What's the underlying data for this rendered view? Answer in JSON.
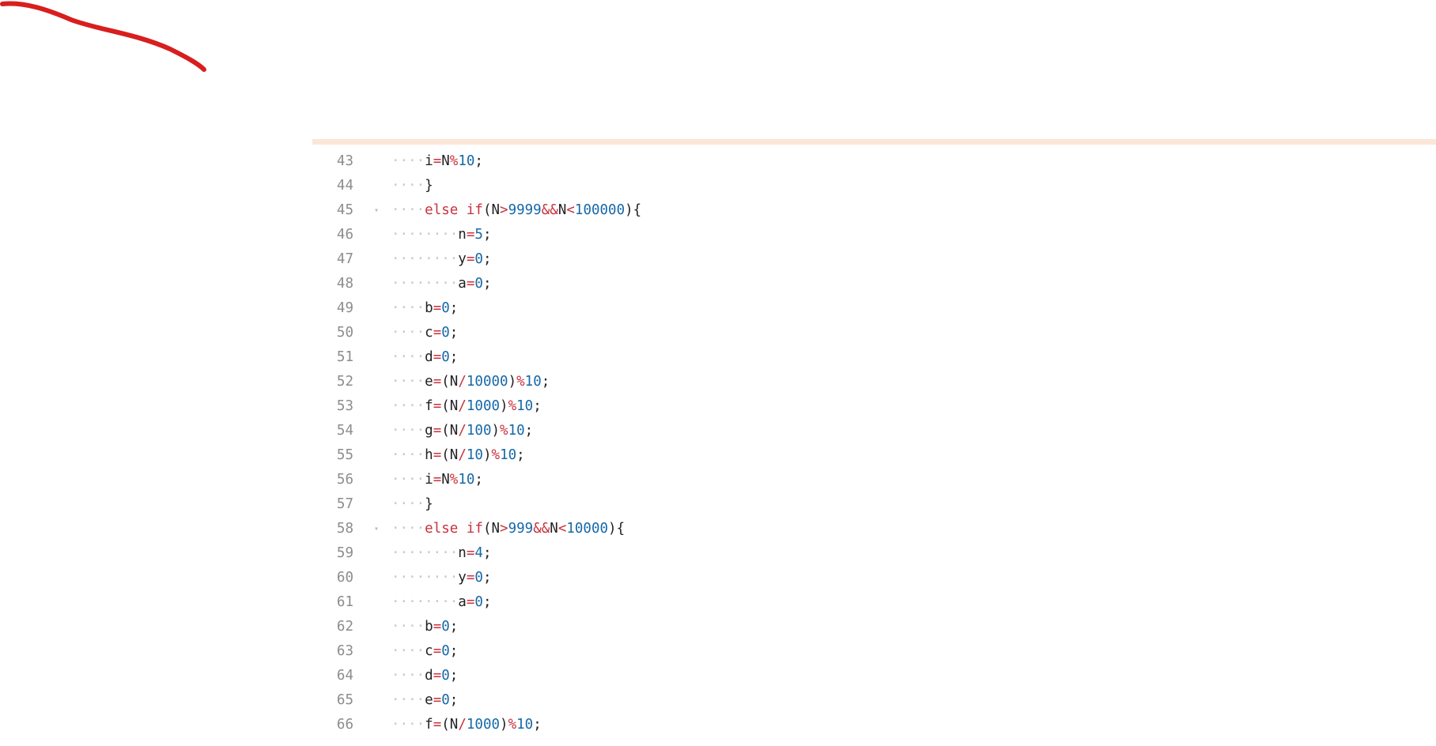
{
  "annotation": {
    "stroke_color": "#d81e1e"
  },
  "editor": {
    "fold_glyph": "▾",
    "lines": [
      {
        "n": "43",
        "i": 4,
        "t": "i=N%10;"
      },
      {
        "n": "44",
        "i": 4,
        "t": "}"
      },
      {
        "n": "45",
        "i": 4,
        "t": "else if(N>9999&&N<100000){",
        "fold": true
      },
      {
        "n": "46",
        "i": 8,
        "t": "n=5;"
      },
      {
        "n": "47",
        "i": 8,
        "t": "y=0;"
      },
      {
        "n": "48",
        "i": 8,
        "t": "a=0;"
      },
      {
        "n": "49",
        "i": 4,
        "t": "b=0;"
      },
      {
        "n": "50",
        "i": 4,
        "t": "c=0;"
      },
      {
        "n": "51",
        "i": 4,
        "t": "d=0;"
      },
      {
        "n": "52",
        "i": 4,
        "t": "e=(N/10000)%10;"
      },
      {
        "n": "53",
        "i": 4,
        "t": "f=(N/1000)%10;"
      },
      {
        "n": "54",
        "i": 4,
        "t": "g=(N/100)%10;"
      },
      {
        "n": "55",
        "i": 4,
        "t": "h=(N/10)%10;"
      },
      {
        "n": "56",
        "i": 4,
        "t": "i=N%10;"
      },
      {
        "n": "57",
        "i": 4,
        "t": "}"
      },
      {
        "n": "58",
        "i": 4,
        "t": "else if(N>999&&N<10000){",
        "fold": true
      },
      {
        "n": "59",
        "i": 8,
        "t": "n=4;"
      },
      {
        "n": "60",
        "i": 8,
        "t": "y=0;"
      },
      {
        "n": "61",
        "i": 8,
        "t": "a=0;"
      },
      {
        "n": "62",
        "i": 4,
        "t": "b=0;"
      },
      {
        "n": "63",
        "i": 4,
        "t": "c=0;"
      },
      {
        "n": "64",
        "i": 4,
        "t": "d=0;"
      },
      {
        "n": "65",
        "i": 4,
        "t": "e=0;"
      },
      {
        "n": "66",
        "i": 4,
        "t": "f=(N/1000)%10;"
      }
    ]
  }
}
